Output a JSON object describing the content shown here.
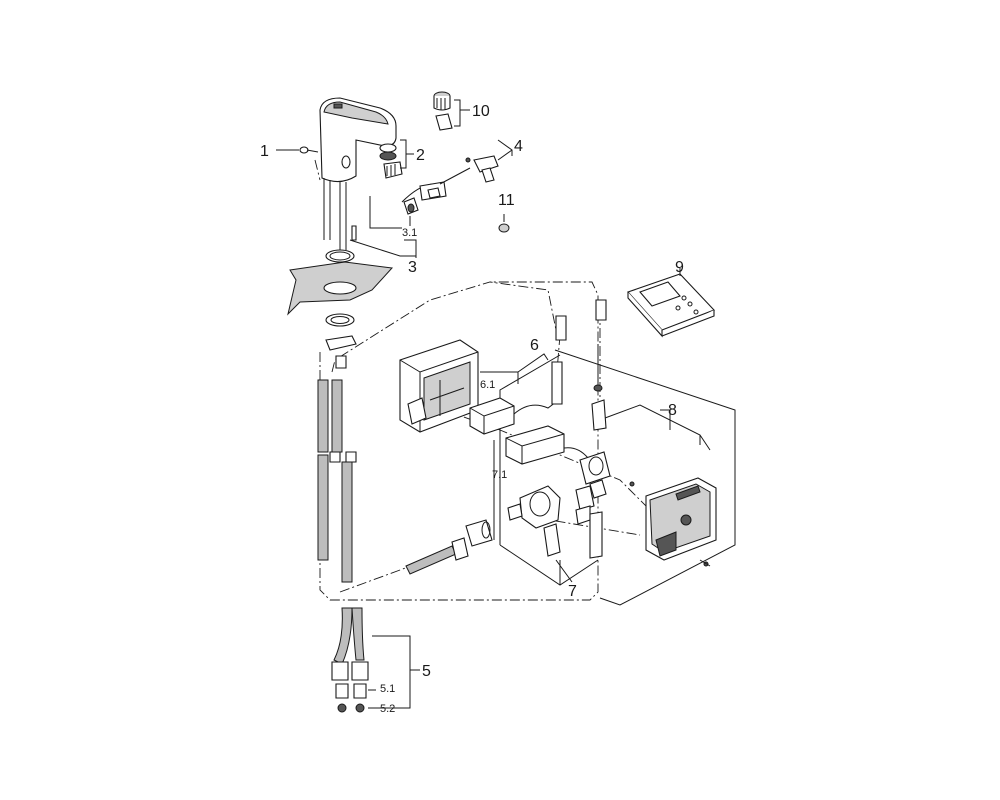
{
  "callouts": {
    "c1": "1",
    "c2": "2",
    "c3": "3",
    "c3_1": "3.1",
    "c4": "4",
    "c5": "5",
    "c5_1": "5.1",
    "c5_2": "5.2",
    "c6": "6",
    "c6_1": "6.1",
    "c7": "7",
    "c7_1": "7.1",
    "c8": "8",
    "c9": "9",
    "c10": "10",
    "c11": "11"
  }
}
